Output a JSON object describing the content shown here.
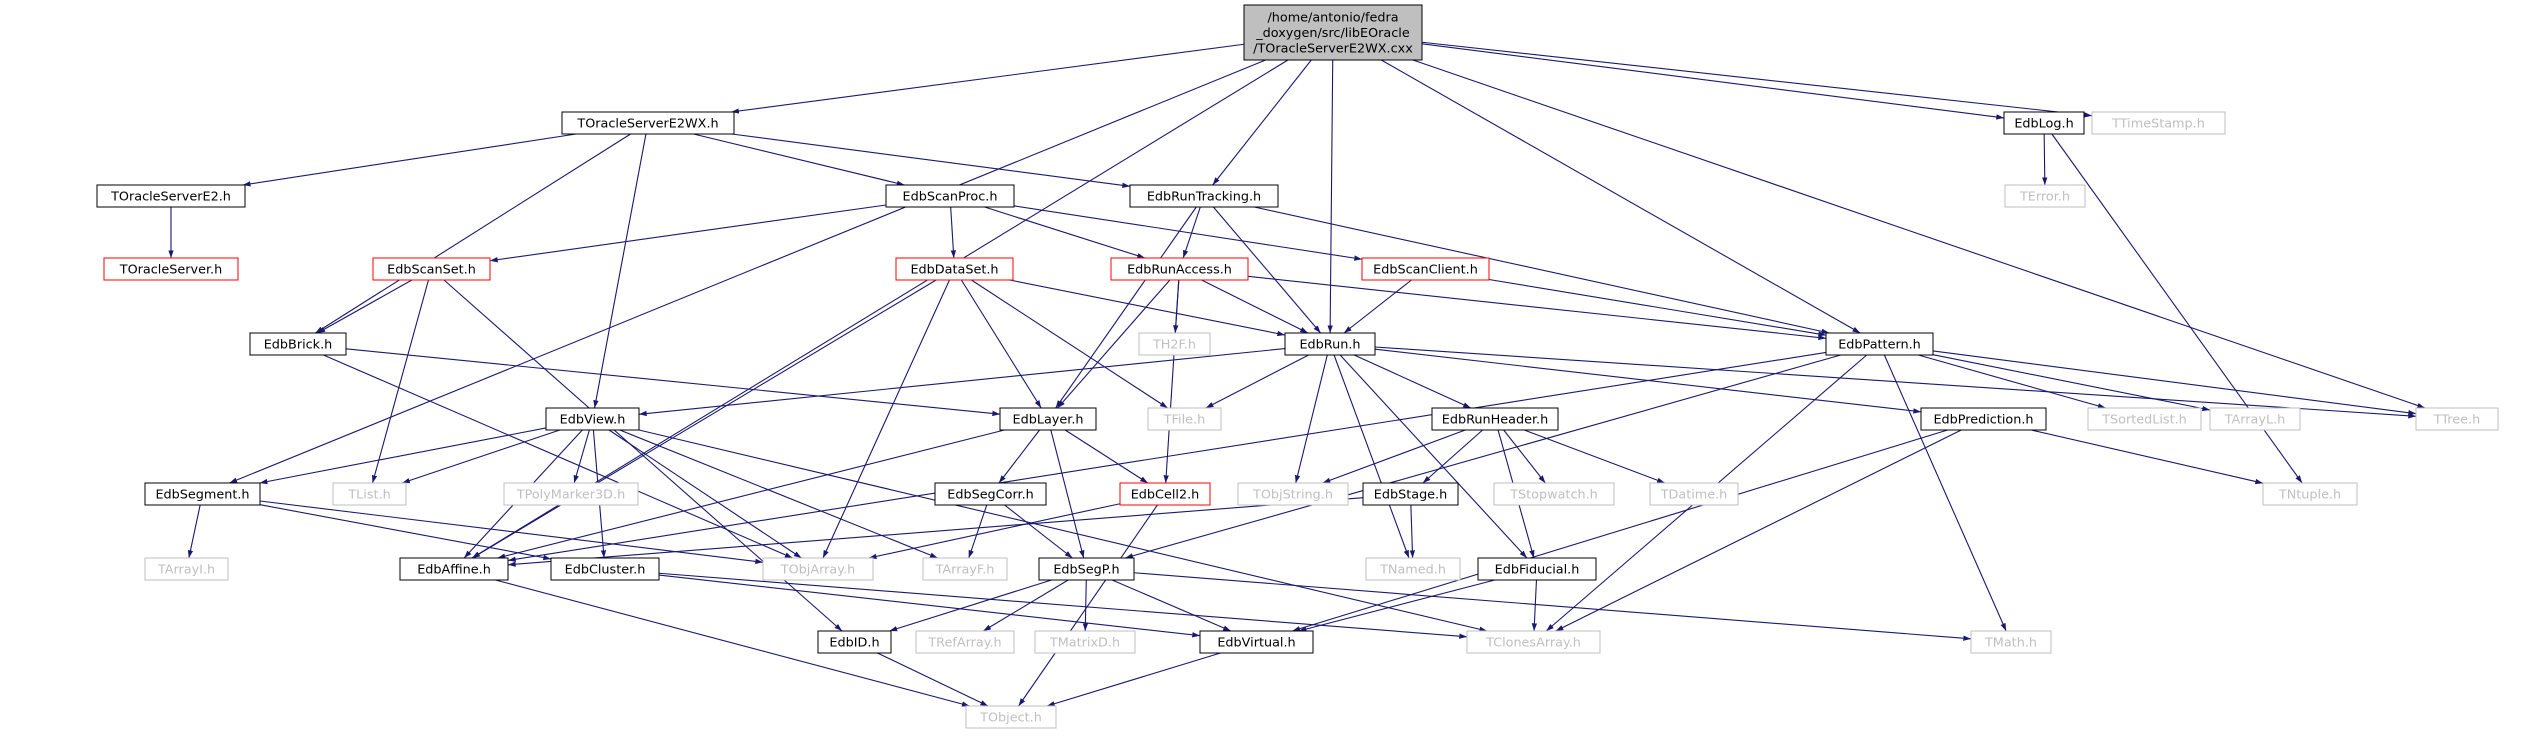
{
  "diagram": {
    "title": "",
    "colors": {
      "edge": "#191970",
      "node_border_regular": "#000000",
      "node_border_missing": "#bfbfbf",
      "node_border_incomplete": "#ff0000",
      "node_fill_root": "#bfbfbf",
      "node_fill": "#ffffff",
      "text_regular": "#000000",
      "text_missing": "#bfbfbf"
    },
    "nodes": [
      {
        "id": "root",
        "lines": [
          "/home/antonio/fedra",
          "_doxygen/src/libEOracle",
          "/TOracleServerE2WX.cxx"
        ],
        "kind": "root"
      },
      {
        "id": "TOracleServerE2WX",
        "lines": [
          "TOracleServerE2WX.h"
        ],
        "kind": "regular"
      },
      {
        "id": "EdbLog",
        "lines": [
          "EdbLog.h"
        ],
        "kind": "regular"
      },
      {
        "id": "TTimeStamp",
        "lines": [
          "TTimeStamp.h"
        ],
        "kind": "missing"
      },
      {
        "id": "TError",
        "lines": [
          "TError.h"
        ],
        "kind": "missing"
      },
      {
        "id": "TOracleServerE2",
        "lines": [
          "TOracleServerE2.h"
        ],
        "kind": "regular"
      },
      {
        "id": "EdbScanProc",
        "lines": [
          "EdbScanProc.h"
        ],
        "kind": "regular"
      },
      {
        "id": "EdbRunTracking",
        "lines": [
          "EdbRunTracking.h"
        ],
        "kind": "regular"
      },
      {
        "id": "TOracleServer",
        "lines": [
          "TOracleServer.h"
        ],
        "kind": "incomplete"
      },
      {
        "id": "EdbScanSet",
        "lines": [
          "EdbScanSet.h"
        ],
        "kind": "incomplete"
      },
      {
        "id": "EdbDataSet",
        "lines": [
          "EdbDataSet.h"
        ],
        "kind": "incomplete"
      },
      {
        "id": "EdbRunAccess",
        "lines": [
          "EdbRunAccess.h"
        ],
        "kind": "incomplete"
      },
      {
        "id": "EdbScanClient",
        "lines": [
          "EdbScanClient.h"
        ],
        "kind": "incomplete"
      },
      {
        "id": "EdbBrick",
        "lines": [
          "EdbBrick.h"
        ],
        "kind": "regular"
      },
      {
        "id": "TH2F",
        "lines": [
          "TH2F.h"
        ],
        "kind": "missing"
      },
      {
        "id": "EdbRun",
        "lines": [
          "EdbRun.h"
        ],
        "kind": "regular"
      },
      {
        "id": "EdbPattern",
        "lines": [
          "EdbPattern.h"
        ],
        "kind": "regular"
      },
      {
        "id": "EdbView",
        "lines": [
          "EdbView.h"
        ],
        "kind": "regular"
      },
      {
        "id": "EdbLayer",
        "lines": [
          "EdbLayer.h"
        ],
        "kind": "regular"
      },
      {
        "id": "TFile",
        "lines": [
          "TFile.h"
        ],
        "kind": "missing"
      },
      {
        "id": "EdbRunHeader",
        "lines": [
          "EdbRunHeader.h"
        ],
        "kind": "regular"
      },
      {
        "id": "EdbPrediction",
        "lines": [
          "EdbPrediction.h"
        ],
        "kind": "regular"
      },
      {
        "id": "TSortedList",
        "lines": [
          "TSortedList.h"
        ],
        "kind": "missing"
      },
      {
        "id": "TArrayL",
        "lines": [
          "TArrayL.h"
        ],
        "kind": "missing"
      },
      {
        "id": "TTree",
        "lines": [
          "TTree.h"
        ],
        "kind": "missing"
      },
      {
        "id": "EdbSegment",
        "lines": [
          "EdbSegment.h"
        ],
        "kind": "regular"
      },
      {
        "id": "TList",
        "lines": [
          "TList.h"
        ],
        "kind": "missing"
      },
      {
        "id": "TPolyMarker3D",
        "lines": [
          "TPolyMarker3D.h"
        ],
        "kind": "missing"
      },
      {
        "id": "EdbSegCorr",
        "lines": [
          "EdbSegCorr.h"
        ],
        "kind": "regular"
      },
      {
        "id": "EdbCell2",
        "lines": [
          "EdbCell2.h"
        ],
        "kind": "incomplete"
      },
      {
        "id": "TObjString",
        "lines": [
          "TObjString.h"
        ],
        "kind": "missing"
      },
      {
        "id": "EdbStage",
        "lines": [
          "EdbStage.h"
        ],
        "kind": "regular"
      },
      {
        "id": "TStopwatch",
        "lines": [
          "TStopwatch.h"
        ],
        "kind": "missing"
      },
      {
        "id": "TDatime",
        "lines": [
          "TDatime.h"
        ],
        "kind": "missing"
      },
      {
        "id": "TNtuple",
        "lines": [
          "TNtuple.h"
        ],
        "kind": "missing"
      },
      {
        "id": "TArrayI",
        "lines": [
          "TArrayI.h"
        ],
        "kind": "missing"
      },
      {
        "id": "EdbAffine",
        "lines": [
          "EdbAffine.h"
        ],
        "kind": "regular"
      },
      {
        "id": "EdbCluster",
        "lines": [
          "EdbCluster.h"
        ],
        "kind": "regular"
      },
      {
        "id": "TObjArray",
        "lines": [
          "TObjArray.h"
        ],
        "kind": "missing"
      },
      {
        "id": "TArrayF",
        "lines": [
          "TArrayF.h"
        ],
        "kind": "missing"
      },
      {
        "id": "EdbSegP",
        "lines": [
          "EdbSegP.h"
        ],
        "kind": "regular"
      },
      {
        "id": "TNamed",
        "lines": [
          "TNamed.h"
        ],
        "kind": "missing"
      },
      {
        "id": "EdbFiducial",
        "lines": [
          "EdbFiducial.h"
        ],
        "kind": "regular"
      },
      {
        "id": "EdbID",
        "lines": [
          "EdbID.h"
        ],
        "kind": "regular"
      },
      {
        "id": "TRefArray",
        "lines": [
          "TRefArray.h"
        ],
        "kind": "missing"
      },
      {
        "id": "TMatrixD",
        "lines": [
          "TMatrixD.h"
        ],
        "kind": "missing"
      },
      {
        "id": "EdbVirtual",
        "lines": [
          "EdbVirtual.h"
        ],
        "kind": "regular"
      },
      {
        "id": "TClonesArray",
        "lines": [
          "TClonesArray.h"
        ],
        "kind": "missing"
      },
      {
        "id": "TMath",
        "lines": [
          "TMath.h"
        ],
        "kind": "missing"
      },
      {
        "id": "TObject",
        "lines": [
          "TObject.h"
        ],
        "kind": "missing"
      }
    ],
    "edges": [
      [
        "root",
        "TOracleServerE2WX"
      ],
      [
        "root",
        "EdbLog"
      ],
      [
        "root",
        "TTimeStamp"
      ],
      [
        "root",
        "EdbRunTracking"
      ],
      [
        "root",
        "EdbRun"
      ],
      [
        "root",
        "EdbPattern"
      ],
      [
        "root",
        "TTree"
      ],
      [
        "root",
        "EdbSegment"
      ],
      [
        "root",
        "EdbAffine"
      ],
      [
        "EdbLog",
        "TError"
      ],
      [
        "EdbLog",
        "TNtuple"
      ],
      [
        "TOracleServerE2WX",
        "TOracleServerE2"
      ],
      [
        "TOracleServerE2WX",
        "EdbScanProc"
      ],
      [
        "TOracleServerE2WX",
        "EdbRunTracking"
      ],
      [
        "TOracleServerE2WX",
        "EdbBrick"
      ],
      [
        "TOracleServerE2WX",
        "EdbView"
      ],
      [
        "TOracleServerE2",
        "TOracleServer"
      ],
      [
        "EdbScanProc",
        "EdbScanSet"
      ],
      [
        "EdbScanProc",
        "EdbDataSet"
      ],
      [
        "EdbScanProc",
        "EdbRunAccess"
      ],
      [
        "EdbScanProc",
        "EdbScanClient"
      ],
      [
        "EdbRunTracking",
        "EdbRunAccess"
      ],
      [
        "EdbRunTracking",
        "EdbRun"
      ],
      [
        "EdbRunTracking",
        "EdbPattern"
      ],
      [
        "EdbRunTracking",
        "EdbLayer"
      ],
      [
        "EdbScanSet",
        "EdbBrick"
      ],
      [
        "EdbScanSet",
        "TList"
      ],
      [
        "EdbScanSet",
        "EdbID"
      ],
      [
        "EdbDataSet",
        "EdbRun"
      ],
      [
        "EdbDataSet",
        "EdbLayer"
      ],
      [
        "EdbDataSet",
        "TFile"
      ],
      [
        "EdbDataSet",
        "TObjArray"
      ],
      [
        "EdbDataSet",
        "EdbAffine"
      ],
      [
        "EdbRunAccess",
        "TH2F"
      ],
      [
        "EdbRunAccess",
        "EdbRun"
      ],
      [
        "EdbRunAccess",
        "EdbPattern"
      ],
      [
        "EdbRunAccess",
        "EdbLayer"
      ],
      [
        "EdbRunAccess",
        "EdbCell2"
      ],
      [
        "EdbScanClient",
        "EdbRun"
      ],
      [
        "EdbScanClient",
        "EdbPattern"
      ],
      [
        "EdbBrick",
        "EdbLayer"
      ],
      [
        "EdbBrick",
        "TObjArray"
      ],
      [
        "EdbRun",
        "EdbView"
      ],
      [
        "EdbRun",
        "TFile"
      ],
      [
        "EdbRun",
        "EdbRunHeader"
      ],
      [
        "EdbRun",
        "EdbPrediction"
      ],
      [
        "EdbRun",
        "TTree"
      ],
      [
        "EdbRun",
        "TObjString"
      ],
      [
        "EdbRun",
        "TNamed"
      ],
      [
        "EdbRun",
        "EdbFiducial"
      ],
      [
        "EdbPattern",
        "TSortedList"
      ],
      [
        "EdbPattern",
        "TArrayL"
      ],
      [
        "EdbPattern",
        "TTree"
      ],
      [
        "EdbPattern",
        "EdbAffine"
      ],
      [
        "EdbPattern",
        "EdbSegP"
      ],
      [
        "EdbPattern",
        "TClonesArray"
      ],
      [
        "EdbPattern",
        "TMath"
      ],
      [
        "EdbView",
        "EdbSegment"
      ],
      [
        "EdbView",
        "TList"
      ],
      [
        "EdbView",
        "TPolyMarker3D"
      ],
      [
        "EdbView",
        "EdbAffine"
      ],
      [
        "EdbView",
        "EdbCluster"
      ],
      [
        "EdbView",
        "TObjArray"
      ],
      [
        "EdbView",
        "TArrayF"
      ],
      [
        "EdbView",
        "TClonesArray"
      ],
      [
        "EdbLayer",
        "EdbSegCorr"
      ],
      [
        "EdbLayer",
        "EdbCell2"
      ],
      [
        "EdbLayer",
        "EdbSegP"
      ],
      [
        "EdbLayer",
        "EdbAffine"
      ],
      [
        "EdbSegCorr",
        "TArrayF"
      ],
      [
        "EdbSegCorr",
        "EdbSegP"
      ],
      [
        "EdbCell2",
        "TObjArray"
      ],
      [
        "EdbCell2",
        "TObject"
      ],
      [
        "EdbRunHeader",
        "TObjString"
      ],
      [
        "EdbRunHeader",
        "EdbStage"
      ],
      [
        "EdbRunHeader",
        "TStopwatch"
      ],
      [
        "EdbRunHeader",
        "TDatime"
      ],
      [
        "EdbRunHeader",
        "EdbFiducial"
      ],
      [
        "EdbStage",
        "TNamed"
      ],
      [
        "EdbStage",
        "EdbAffine"
      ],
      [
        "EdbPrediction",
        "TNtuple"
      ],
      [
        "EdbPrediction",
        "EdbVirtual"
      ],
      [
        "EdbPrediction",
        "TClonesArray"
      ],
      [
        "EdbSegment",
        "TArrayI"
      ],
      [
        "EdbSegment",
        "TObjArray"
      ],
      [
        "EdbSegment",
        "EdbCluster"
      ],
      [
        "EdbAffine",
        "TObject"
      ],
      [
        "EdbCluster",
        "EdbVirtual"
      ],
      [
        "EdbCluster",
        "TClonesArray"
      ],
      [
        "EdbSegP",
        "EdbID"
      ],
      [
        "EdbSegP",
        "TRefArray"
      ],
      [
        "EdbSegP",
        "TMatrixD"
      ],
      [
        "EdbSegP",
        "EdbVirtual"
      ],
      [
        "EdbSegP",
        "TMath"
      ],
      [
        "EdbFiducial",
        "EdbVirtual"
      ],
      [
        "EdbFiducial",
        "TClonesArray"
      ],
      [
        "EdbID",
        "TObject"
      ],
      [
        "EdbVirtual",
        "TObject"
      ]
    ]
  }
}
